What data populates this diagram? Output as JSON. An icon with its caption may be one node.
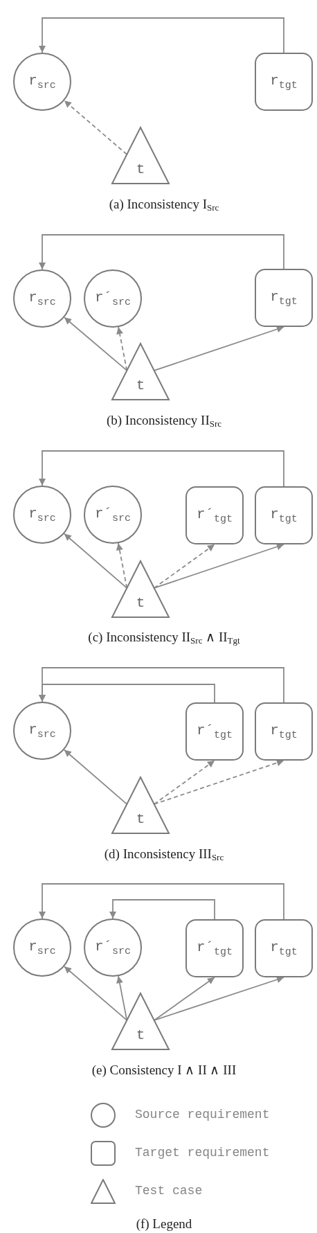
{
  "diagram": {
    "nodes": [
      {
        "text": [
          "r$_{src}$"
        ]
      },
      {
        "text": [
          "r$_{tgt}$"
        ]
      },
      {
        "text": [
          "t"
        ]
      },
      {
        "text": [
          "r$_{src}$"
        ]
      },
      {
        "text": [
          "r´$_{src}$"
        ]
      },
      {
        "text": [
          "r$_{tgt}$"
        ]
      },
      {
        "text": [
          "t"
        ]
      },
      {
        "text": [
          "r$_{src}$"
        ]
      },
      {
        "text": [
          "r´$_{src}$"
        ]
      },
      {
        "text": [
          "r´$_{tgt}$"
        ]
      },
      {
        "text": [
          "r$_{tgt}$"
        ]
      },
      {
        "text": [
          "t"
        ]
      },
      {
        "text": [
          "r$_{src}$"
        ]
      },
      {
        "text": [
          "r´$_{tgt}$"
        ]
      },
      {
        "text": [
          "r$_{tgt}$"
        ]
      },
      {
        "text": [
          "t"
        ]
      },
      {
        "text": [
          "r$_{src}$"
        ]
      },
      {
        "text": [
          "r´$_{src}$"
        ]
      },
      {
        "text": [
          "r´$_{tgt}$"
        ]
      },
      {
        "text": [
          "r$_{tgt}$"
        ]
      },
      {
        "text": [
          "t"
        ]
      }
    ],
    "edges": [
      {
        "from": 1,
        "to": 0,
        "arrow": "to"
      },
      {
        "from": 2,
        "to": 0,
        "arrow": "to",
        "style": "dashed"
      },
      {
        "from": 5,
        "to": 3,
        "arrow": "to"
      },
      {
        "from": 6,
        "to": 3,
        "arrow": "to"
      },
      {
        "from": 6,
        "to": 4,
        "arrow": "to",
        "style": "dashed"
      },
      {
        "from": 6,
        "to": 5,
        "arrow": "to"
      },
      {
        "from": 10,
        "to": 7,
        "arrow": "to"
      },
      {
        "from": 11,
        "to": 7,
        "arrow": "to"
      },
      {
        "from": 11,
        "to": 8,
        "arrow": "to",
        "style": "dashed"
      },
      {
        "from": 11,
        "to": 9,
        "arrow": "to",
        "style": "dashed"
      },
      {
        "from": 11,
        "to": 10,
        "arrow": "to"
      },
      {
        "from": 14,
        "to": 12,
        "arrow": "to"
      },
      {
        "from": 13,
        "to": 12,
        "arrow": "to"
      },
      {
        "from": 15,
        "to": 12,
        "arrow": "to"
      },
      {
        "from": 15,
        "to": 13,
        "arrow": "to",
        "style": "dashed"
      },
      {
        "from": 15,
        "to": 14,
        "arrow": "to",
        "style": "dashed"
      },
      {
        "from": 19,
        "to": 16,
        "arrow": "to"
      },
      {
        "from": 18,
        "to": 17,
        "arrow": "to"
      },
      {
        "from": 20,
        "to": 16,
        "arrow": "to"
      },
      {
        "from": 20,
        "to": 17,
        "arrow": "to"
      },
      {
        "from": 20,
        "to": 18,
        "arrow": "to"
      },
      {
        "from": 20,
        "to": 19,
        "arrow": "to"
      }
    ],
    "labels": [
      "(a) Inconsistency I$_{Src}$",
      "(b) Inconsistency II$_{Src}$",
      "(c) Inconsistency II$_{Src}$ ∧ II$_{Tgt}$",
      "(d) Inconsistency III$_{Src}$",
      "(e) Consistency I ∧ II ∧ III",
      "(f) Legend"
    ],
    "legend": [
      {
        "text": "Source requirement"
      },
      {
        "text": "Target requirement"
      },
      {
        "text": "Test case"
      }
    ]
  }
}
